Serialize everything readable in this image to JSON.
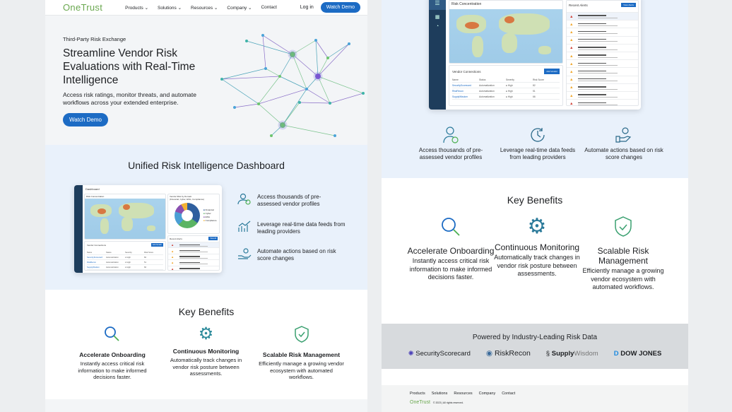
{
  "nav": {
    "logo": "OneTrust",
    "items": [
      "Products",
      "Solutions",
      "Resources",
      "Company",
      "Contact"
    ],
    "login": "Log in",
    "cta": "Watch Demo"
  },
  "hero": {
    "eyebrow": "Third-Party Risk Exchange",
    "title": "Streamline Vendor Risk Evaluations with Real-Time Intelligence",
    "subtitle": "Access risk ratings, monitor threats, and automate workflows across your extended enterprise.",
    "cta": "Watch Demo"
  },
  "dashboard_section": {
    "title": "Unified Risk Intelligence Dashboard",
    "dashboard": {
      "title": "Dashboard",
      "map_title": "Risk Concentration",
      "donut_title": "Vendor Risk by Domain",
      "donut_sub": "(Financial, Cyber, ESG, Compliance)",
      "legend": [
        "Financial",
        "Cyber",
        "ESG",
        "Compliance"
      ],
      "legend_colors": [
        "#2f5f9e",
        "#5bb463",
        "#8a4fb0",
        "#f2b233"
      ],
      "vendors_title": "Vendor Connections",
      "vendors_btn": "Add Vendor",
      "alerts_title": "Recent Alerts",
      "alerts_btn": "View All",
      "table_headers": [
        "Name",
        "Status",
        "Severity",
        "Risk Score"
      ],
      "table_rows": [
        [
          "SecurityScorecard",
          "Automatization",
          "High",
          "82"
        ],
        [
          "RiskRecon",
          "Automatization",
          "High",
          "51"
        ],
        [
          "SupplyWisdom",
          "Automatization",
          "High",
          "66"
        ]
      ]
    },
    "features": [
      "Access thousands of pre-assessed vendor profiles",
      "Leverage real-time data feeds from leading providers",
      "Automate actions based on risk score changes"
    ]
  },
  "benefits": {
    "title": "Key Benefits",
    "items": [
      {
        "title": "Accelerate Onboarding",
        "text": "Instantly access critical risk information to make informed decisions faster."
      },
      {
        "title": "Continuous Monitoring",
        "text": "Automatically track changes in vendor risk posture between assessments."
      },
      {
        "title": "Scalable Risk Management",
        "text": "Efficiently manage a growing vendor ecosystem with automated workflows."
      }
    ]
  },
  "right": {
    "map_title": "Risk Concentration",
    "alerts_title": "Recent Alerts",
    "alerts_btn": "View Alerts",
    "vendors_title": "Vendor Connections",
    "vendors_btn": "Add Vendor",
    "benefits_title": "Key Benefits",
    "powered_title": "Powered by Industry-Leading Risk Data",
    "partners": [
      "SecurityScorecard",
      "RiskRecon",
      "Supply",
      "Wisdom",
      "DOW JONES"
    ],
    "footer_links": [
      "Products",
      "Solutions",
      "Resources",
      "Company",
      "Contact"
    ],
    "footer_logo": "OneTrust",
    "copyright": "© 2023 | All rights reserved."
  },
  "colors": {
    "brand_green": "#6aa84f",
    "primary_blue": "#1c6bc4",
    "dash_sidebar": "#1e3d5c"
  }
}
